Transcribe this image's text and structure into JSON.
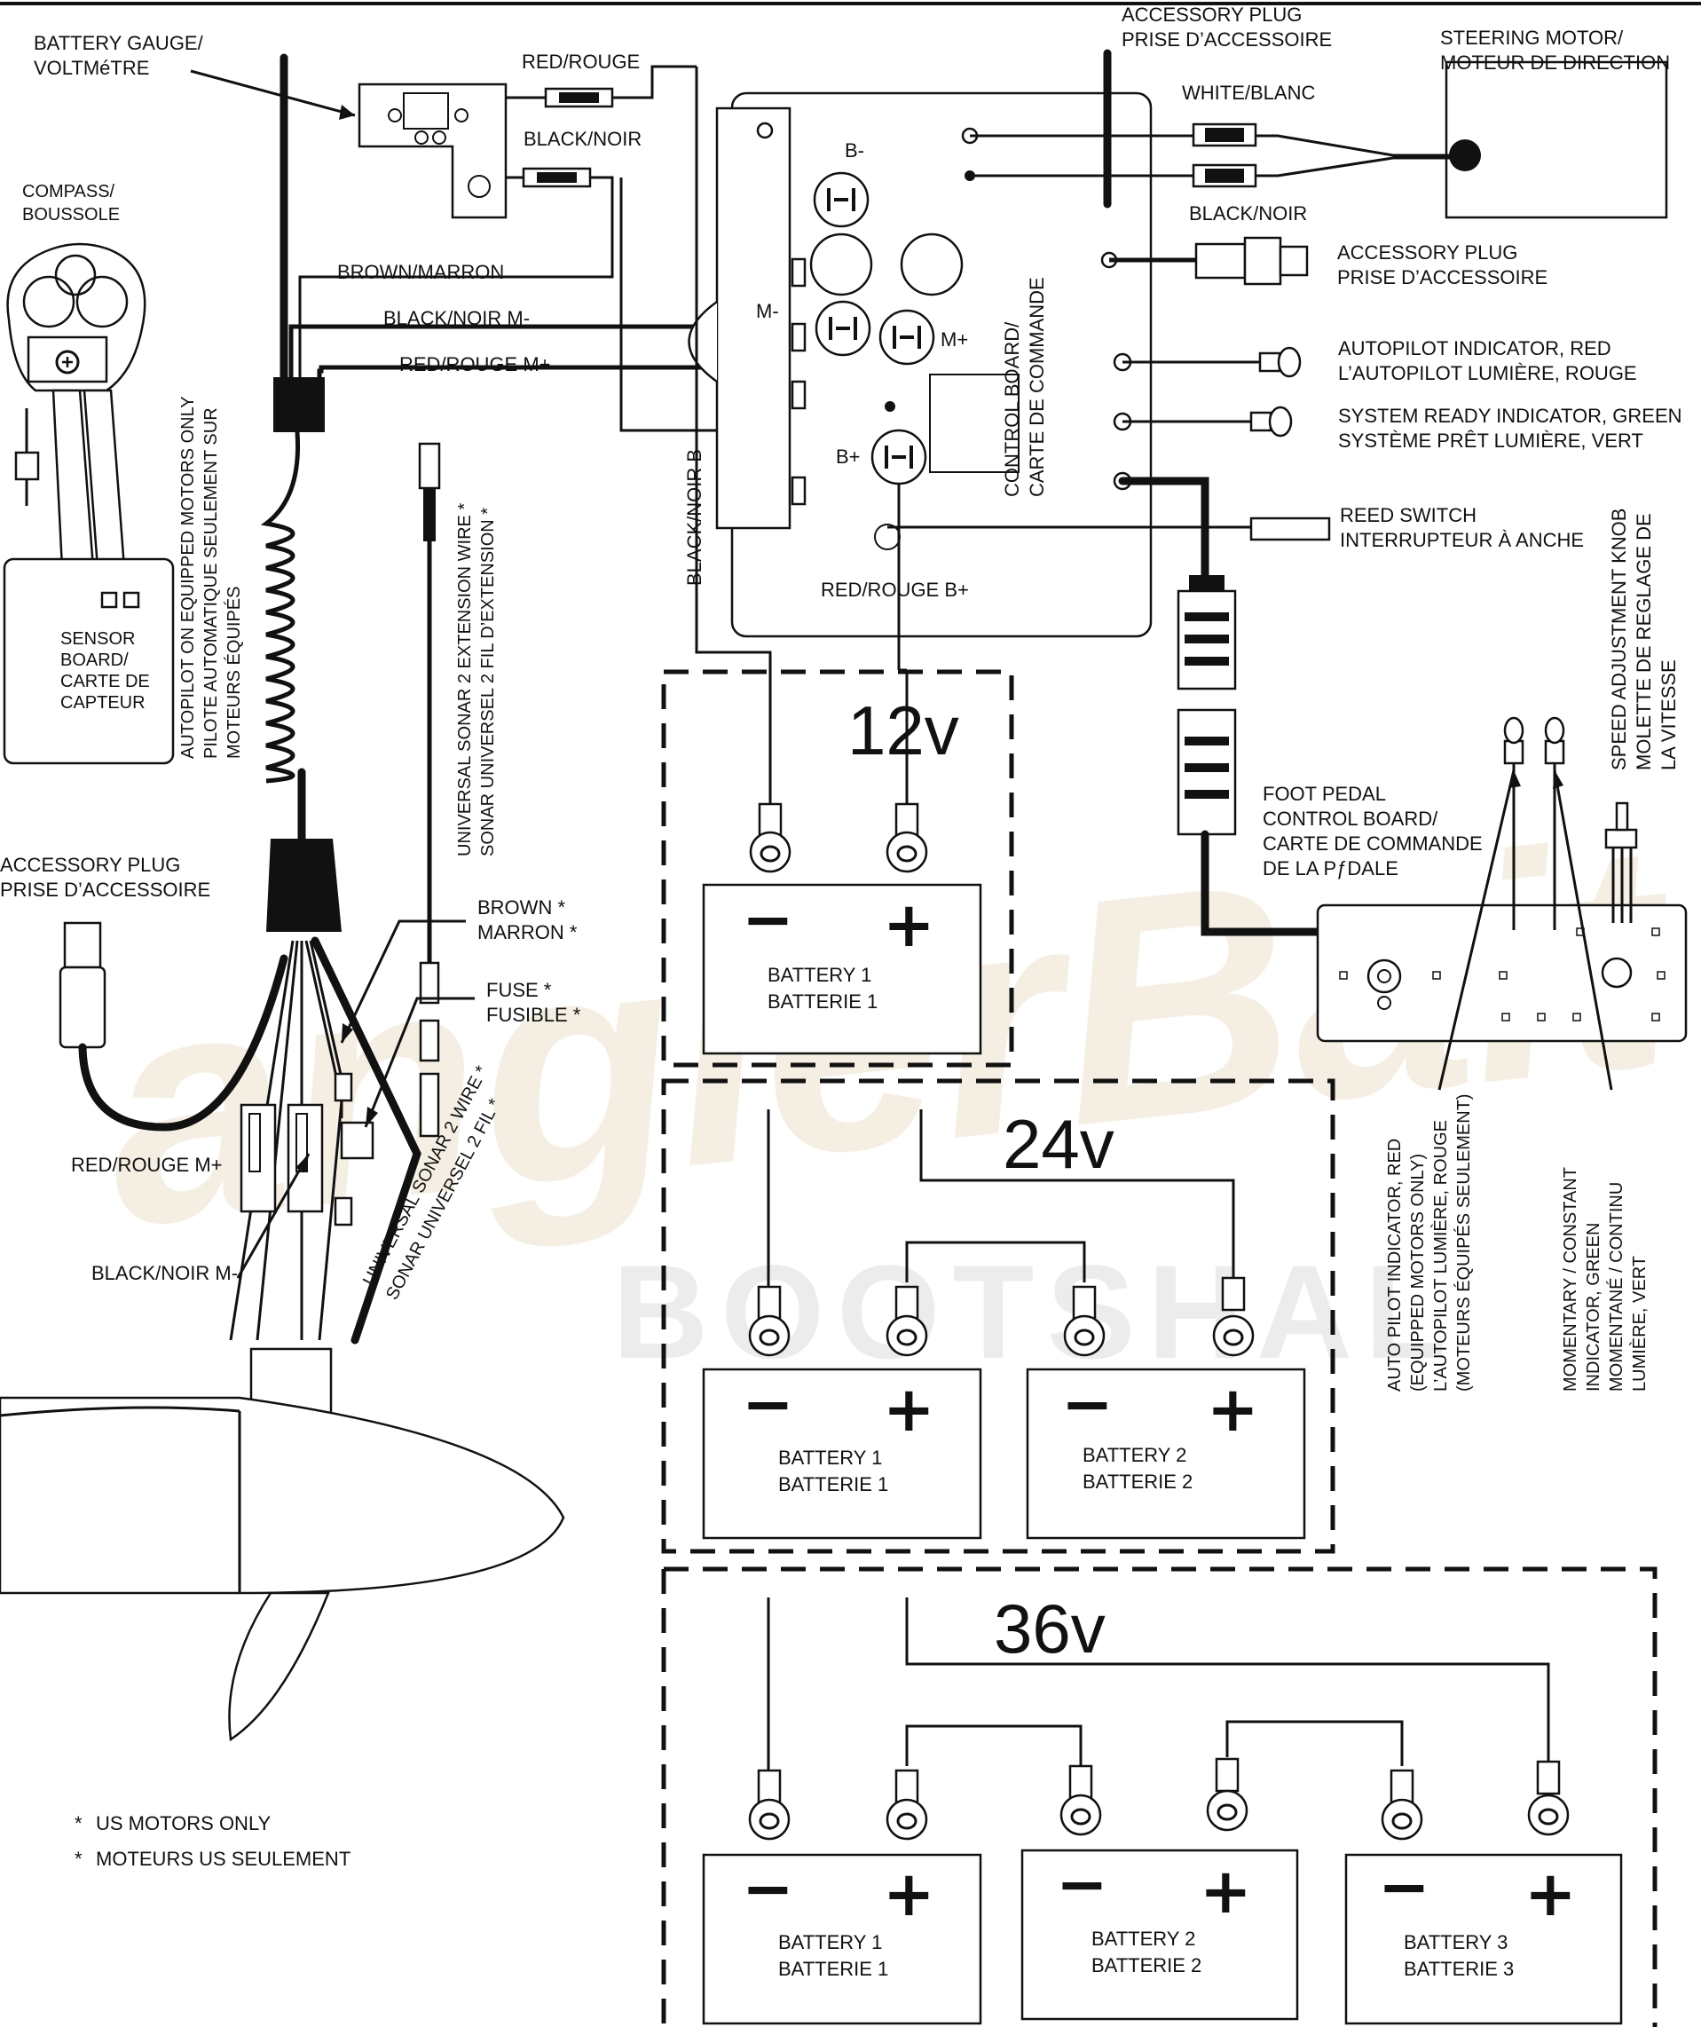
{
  "labels": {
    "battery_gauge": [
      "BATTERY GAUGE/",
      "VOLTMéTRE"
    ],
    "compass": [
      "COMPASS/",
      "BOUSSOLE"
    ],
    "red_rouge_top": "RED/ROUGE",
    "black_noir_top": "BLACK/NOIR",
    "brown_marron": "BROWN/MARRON",
    "black_noir_m": "BLACK/NOIR M-",
    "red_rouge_m": "RED/ROUGE M+",
    "accessory_plug_top": [
      "ACCESSORY PLUG",
      "PRISE D’ACCESSOIRE"
    ],
    "steering_motor": [
      "STEERING MOTOR/",
      "MOTEUR DE DIRECTION"
    ],
    "white_blanc": "WHITE/BLANC",
    "black_noir_steer": "BLACK/NOIR",
    "accessory_plug_right": [
      "ACCESSORY PLUG",
      "PRISE D’ACCESSOIRE"
    ],
    "autopilot_indicator": [
      "AUTOPILOT INDICATOR, RED",
      "L’AUTOPILOT LUMIÈRE, ROUGE"
    ],
    "system_ready": [
      "SYSTEM READY INDICATOR, GREEN",
      "SYSTÈME PRÊT LUMIÈRE, VERT"
    ],
    "reed_switch": [
      "REED SWITCH",
      "INTERRUPTEUR À ANCHE"
    ],
    "control_board": [
      "CONTROL BOARD/",
      "CARTE DE COMMANDE"
    ],
    "red_rouge_bplus": "RED/ROUGE B+",
    "black_noir_b": "BLACK/NOIR B",
    "terminal_bminus": "B-",
    "terminal_mminus": "M-",
    "terminal_mplus": "M+",
    "terminal_bplus": "B+",
    "sensor_board": [
      "SENSOR",
      "BOARD/",
      "CARTE DE",
      "CAPTEUR"
    ],
    "autopilot_only": [
      "AUTOPILOT ON EQUIPPED MOTORS ONLY",
      "PILOTE AUTOMATIQUE SEULEMENT SUR",
      "MOTEURS ÉQUIPÉS"
    ],
    "sonar_extension": [
      "UNIVERSAL SONAR 2 EXTENSION WIRE *",
      "SONAR UNIVERSEL 2 FIL D’EXTENSION *"
    ],
    "accessory_plug_left": [
      "ACCESSORY PLUG",
      "PRISE D’ACCESSOIRE"
    ],
    "brown_marron_star": [
      "BROWN *",
      "MARRON *"
    ],
    "fuse": [
      "FUSE *",
      "FUSIBLE *"
    ],
    "red_rouge_m_lower": "RED/ROUGE M+",
    "black_noir_m_lower": "BLACK/NOIR M-",
    "sonar_wire": [
      "UNIVERSAL SONAR 2 WIRE *",
      "SONAR UNIVERSEL 2 FIL *"
    ],
    "foot_pedal": [
      "FOOT PEDAL",
      "CONTROL BOARD/",
      "CARTE DE COMMANDE",
      "DE LA PƒDALE"
    ],
    "speed_knob": [
      "SPEED ADJUSTMENT KNOB",
      "MOLETTE DE REGLAGE DE",
      "LA VITESSE"
    ],
    "autopilot_indicator_red": [
      "AUTO PILOT INDICATOR, RED",
      "(EQUIPPED MOTORS ONLY)",
      "L’AUTOPILOT LUMIÈRE, ROUGE",
      "(MOTEURS ÉQUIPÉS SEULEMENT)"
    ],
    "momentary": [
      "MOMENTARY / CONSTANT",
      "INDICATOR, GREEN",
      "MOMENTANÉ / CONTINU",
      "LUMIÈRE, VERT"
    ],
    "v12": "12v",
    "v24": "24v",
    "v36": "36v",
    "battery1": [
      "BATTERY 1",
      "BATTERIE 1"
    ],
    "battery2": [
      "BATTERY 2",
      "BATTERIE 2"
    ],
    "battery3": [
      "BATTERY 3",
      "BATTERIE 3"
    ],
    "minus": "−",
    "plus": "+",
    "footnote": [
      "*",
      "US MOTORS ONLY",
      "*",
      "MOTEURS US SEULEMENT"
    ],
    "watermark": [
      "anglerBait",
      "BOOTSHAL"
    ]
  }
}
